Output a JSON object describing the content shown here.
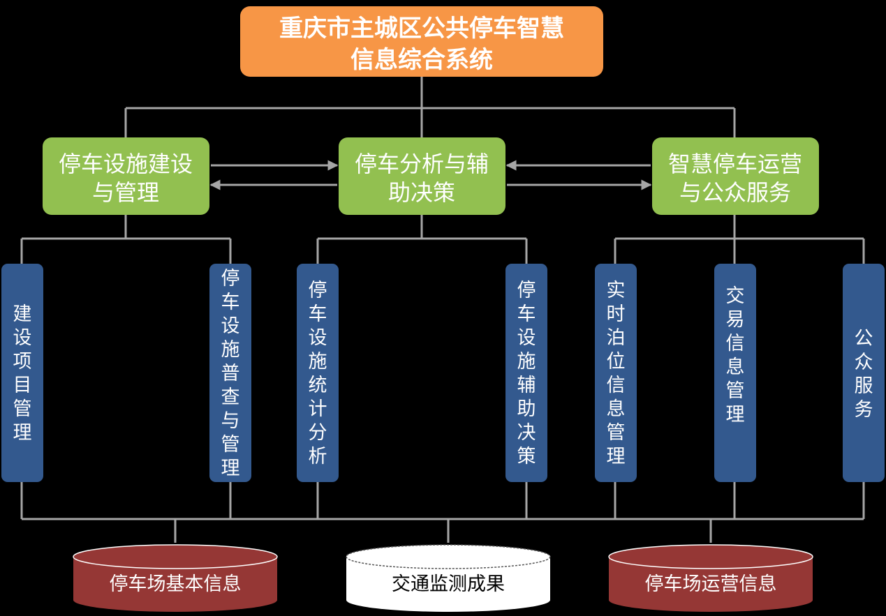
{
  "diagram": {
    "root": {
      "lines": [
        "重庆市主城区公共停车智慧",
        "信息综合系统"
      ]
    },
    "modules": [
      {
        "id": "m1",
        "lines": [
          "停车设施建设",
          "与管理"
        ]
      },
      {
        "id": "m2",
        "lines": [
          "停车分析与辅",
          "助决策"
        ]
      },
      {
        "id": "m3",
        "lines": [
          "智慧停车运营",
          "与公众服务"
        ]
      }
    ],
    "functions": [
      {
        "id": "f1",
        "parent": "m1",
        "text": "建设项目管理"
      },
      {
        "id": "f2",
        "parent": "m1",
        "text": "停车设施普查与管理"
      },
      {
        "id": "f3",
        "parent": "m2",
        "text": "停车设施统计分析"
      },
      {
        "id": "f4",
        "parent": "m2",
        "text": "停车设施辅助决策"
      },
      {
        "id": "f5",
        "parent": "m3",
        "text": "实时泊位信息管理"
      },
      {
        "id": "f6",
        "parent": "m3",
        "text": "交易信息管理"
      },
      {
        "id": "f7",
        "parent": "m3",
        "text": "公众服务"
      }
    ],
    "databases": [
      {
        "id": "db1",
        "text": "停车场基本信息",
        "style": "red"
      },
      {
        "id": "db2",
        "text": "交通监测成果",
        "style": "white"
      },
      {
        "id": "db3",
        "text": "停车场运营信息",
        "style": "red"
      }
    ],
    "colors": {
      "background": "#000000",
      "root": "#F79646",
      "module": "#92C050",
      "function": "#33598E",
      "database_red": "#953735",
      "database_white": "#FFFFFF",
      "connector": "#A6A6A6"
    }
  }
}
